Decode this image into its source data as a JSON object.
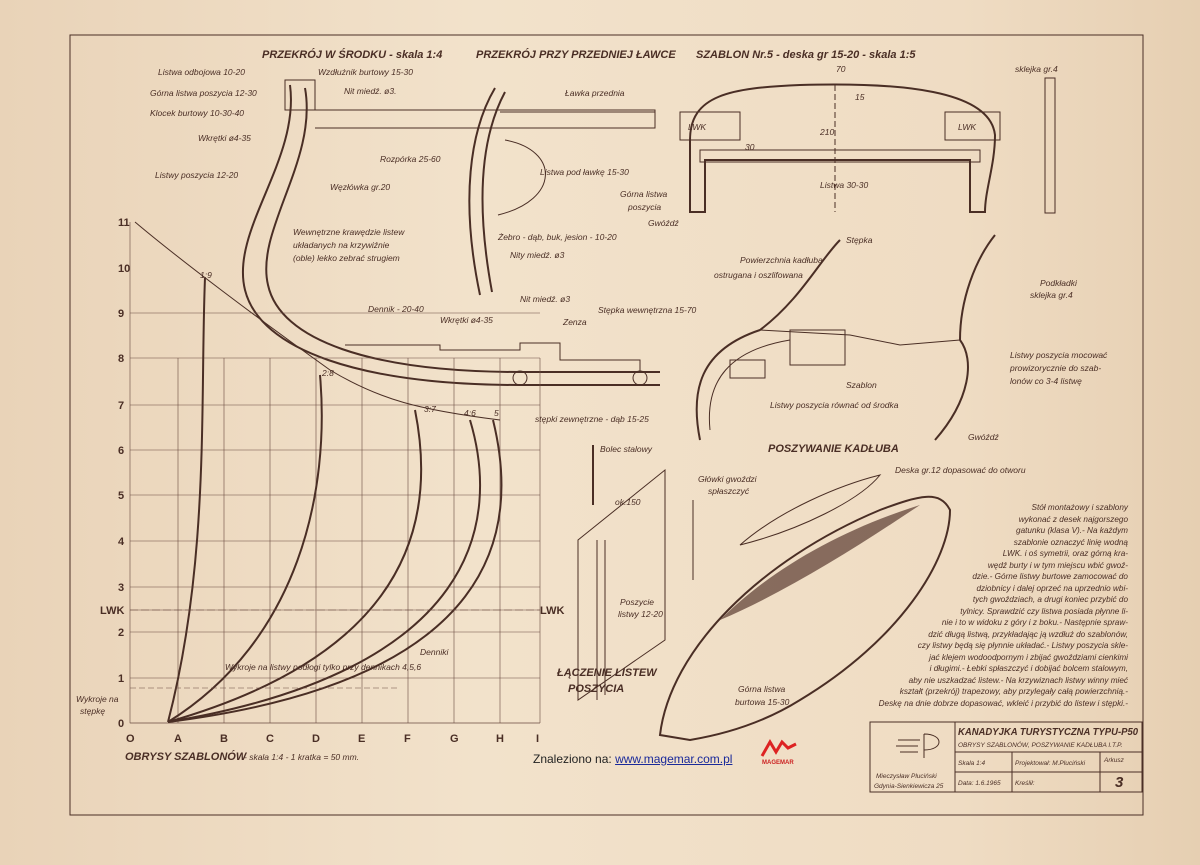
{
  "sections": {
    "mid_section": "PRZEKRÓJ W ŚRODKU - skala 1:4",
    "front_bench_section": "PRZEKRÓJ PRZY PRZEDNIEJ ŁAWCE",
    "template5": "SZABLON Nr.5 - deska gr 15-20 - skala 1:5",
    "planking": "POSZYWANIE KADŁUBA",
    "joining": [
      "ŁĄCZENIE LISTEW",
      "POSZYCIA"
    ],
    "outlines": "OBRYSY SZABLONÓW",
    "outlines_scale": "- skala 1:4 - 1 kratka = 50 mm."
  },
  "labels": {
    "listwa_odbojowa": "Listwa odbojowa 10-20",
    "wzdluznik": "Wzdłużnik burtowy 15-30",
    "gorna_listwa": "Górna listwa poszycia 12-30",
    "nit": "Nit miedź. ø3.",
    "klocek": "Klocek burtowy 10-30-40",
    "wkretki1": "Wkrętki ø4-35",
    "rozporka": "Rozpórka 25-60",
    "listwy_poszycia": "Listwy poszycia 12-20",
    "wezlowka": "Węzłówka gr.20",
    "wewnetrzne": [
      "Wewnętrzne krawędzie listew",
      "układanych na krzywiźnie",
      "(oble) lekko zebrać strugiem"
    ],
    "lawka": "Ławka przednia",
    "listwa_pod_lawke": "Listwa pod ławkę 15-30",
    "zebro": "Żebro - dąb, buk, jesion - 10-20",
    "nity": "Nity miedź. ø3",
    "dennik": "Dennik - 20-40",
    "wkretki2": "Wkrętki ø4-35",
    "nit2": "Nit miedź. ø3",
    "zenza": "Zenza",
    "stepka_wew": "Stępka wewnętrzna 15-70",
    "stepka_zew": "stępki zewnętrzne - dąb 15-25",
    "sklejka": "sklejka gr.4",
    "lwk": "LWK",
    "listwa_30": "Listwa 30-30",
    "gorna_listwa_poszycia": [
      "Górna listwa",
      "poszycia"
    ],
    "gwozdz": "Gwóźdź",
    "dim_70": "70",
    "dim_15": "15",
    "dim_210": "210",
    "dim_30": "30",
    "stepka": "Stępka",
    "powierzchnia": [
      "Powierzchnia kadłuba",
      "ostrugana i oszlifowana"
    ],
    "podkladki": [
      "Podkładki",
      "sklejka gr.4"
    ],
    "listwy_mocowac": [
      "Listwy poszycia mocować",
      "prowizorycznie do szab-",
      "lonów co 3-4 listwę"
    ],
    "szablon": "Szablon",
    "listwy_rownac": "Listwy poszycia równać od środka",
    "gwozdz2": "Gwóźdź",
    "bolec": "Bolec stalowy",
    "glowki": [
      "Główki gwoździ",
      "spłaszczyć"
    ],
    "dim_150": "ok.150",
    "poszycie": [
      "Poszycie",
      "listwy 12-20"
    ],
    "deska": "Deska gr.12 dopasować do otworu",
    "gorna_burtowa": [
      "Górna listwa",
      "burtowa 15-30"
    ],
    "wykroje_dennikach": "Wykroje na listwy podłogi tylko przy dennikach 4,5,6",
    "denniki": "Denniki",
    "wykroje_stepke": [
      "Wykroje na",
      "stępkę"
    ]
  },
  "note": [
    "Stół montażowy i szablony",
    "wykonać z desek najgorszego",
    "gatunku (klasa V).- Na każdym",
    "szablonie oznaczyć linię wodną",
    "LWK. i oś symetrii, oraz górną kra-",
    "wędź burty i w tym miejscu wbić gwoź-",
    "dzie.- Górne listwy burtowe zamocować do",
    "dziobnicy i dalej oprzeć na uprzednio wbi-",
    "tych gwoździach, a drugi koniec przybić do",
    "tylnicy. Sprawdzić czy listwa posiada płynne li-",
    "nie i to w widoku z góry i z boku.- Następnie spraw-",
    "dzić długą listwą, przykładając ją wzdłuż do szablonów,",
    "czy listwy będą się płynnie układać.- Listwy poszycia skle-",
    "jać klejem wodoodpornym i zbijać gwoździami cienkimi",
    "i długimi.- Łebki spłaszczyć i dobijać bolcem stalowym,",
    "aby nie uszkadzać listew.- Na krzywiznach listwy winny mieć",
    "kształt (przekrój) trapezowy, aby przylegały całą powierzchnią.-",
    "Deskę na dnie dobrze dopasować, wkleić i przybić do listew i stępki.-"
  ],
  "grid": {
    "y_ticks": [
      "11",
      "10",
      "9",
      "8",
      "7",
      "6",
      "5",
      "4",
      "3",
      "LWK",
      "2",
      "1",
      "0"
    ],
    "x_ticks": [
      "O",
      "A",
      "B",
      "C",
      "D",
      "E",
      "F",
      "G",
      "H",
      "I"
    ],
    "lwk_right": "LWK",
    "curve_labels": [
      "1:9",
      "2:8",
      "3:7",
      "4:6",
      "5"
    ]
  },
  "title_block": {
    "title": "KANADYJKA TURYSTYCZNA TYPU-P50",
    "subtitle": "OBRYSY SZABLONÓW, POSZYWANIE KADŁUBA I.T.P.",
    "scale": "Skala 1:4",
    "designer": "Projektował: M.Pluciński",
    "sheet_label": "Arkusz",
    "sheet_no": "3",
    "date": "Data: 1.6.1965",
    "drawn": "Kreślił:",
    "author": [
      "Mieczysław Pluciński",
      "Gdynia-Sienkiewicza 25"
    ]
  },
  "watermark": {
    "prefix": "Znaleziono na:",
    "url": "www.magemar.com.pl",
    "brand": "MAGEMAR"
  },
  "colors": {
    "paper": "#efdcc3",
    "ink": "#4a2e25"
  }
}
